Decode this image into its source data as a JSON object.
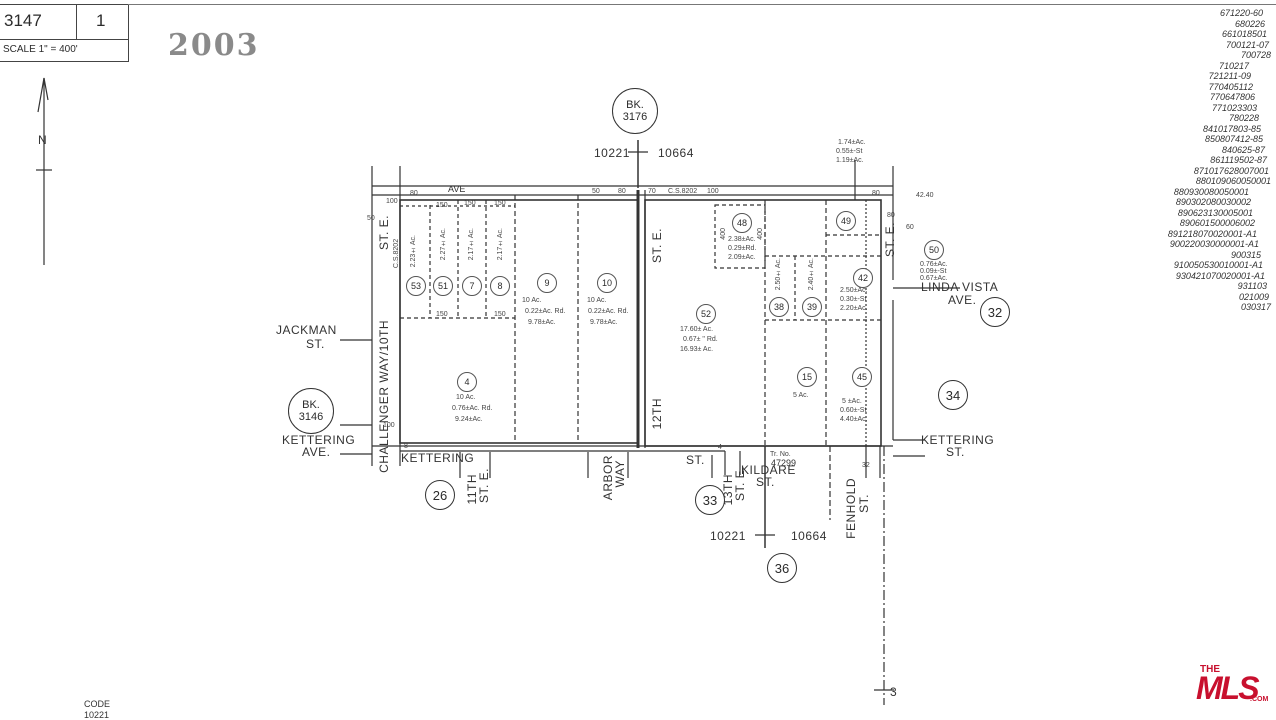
{
  "header": {
    "book": "3147",
    "page": "1",
    "scale": "SCALE 1\" = 400'",
    "year": "2003"
  },
  "north_arrow": {
    "letter": "N"
  },
  "book_refs": {
    "north": {
      "bk": "BK.",
      "num": "3176"
    },
    "west": {
      "bk": "BK.",
      "num": "3146"
    }
  },
  "page_refs": [
    "32",
    "34",
    "26",
    "33",
    "36"
  ],
  "code_lines": {
    "top_left": "10221",
    "top_right": "10664",
    "bottom_left": "10221",
    "bottom_right": "10664"
  },
  "streets": {
    "challenger": "CHALLENGER WAY/10TH",
    "st_e_west": "ST. E.",
    "ave_top": "AVE",
    "cs_left": "C.S.8202",
    "cs_right": "C.S.8202",
    "jackman": "JACKMAN",
    "jackman_st": "ST.",
    "kettering_ave": "KETTERING",
    "kettering_ave2": "AVE.",
    "kettering_bottom": "KETTERING",
    "kettering_st": "KETTERING",
    "kettering_st2": "ST.",
    "eleventh": "11TH",
    "eleventh2": "ST. E.",
    "arbor": "ARBOR",
    "arbor2": "WAY",
    "twelfth": "12TH",
    "twelfth_ste": "ST. E.",
    "st_bottom": "ST.",
    "thirteenth": "13TH",
    "thirteenth2": "ST. E.",
    "kildare": "KILDARE",
    "kildare2": "ST.",
    "fenhold": "FENHOLD",
    "fenhold2": "ST.",
    "linda_vista": "LINDA VISTA",
    "linda_vista2": "AVE.",
    "st_e_east": "ST. E."
  },
  "tract": {
    "label": "Tr. No.",
    "num": "47299"
  },
  "parcels": [
    {
      "id": "53",
      "area": "2.23± Ac."
    },
    {
      "id": "51",
      "area": "2.27± Ac."
    },
    {
      "id": "7",
      "area": "2.17± Ac."
    },
    {
      "id": "8",
      "area": "2.17± Ac."
    },
    {
      "id": "9",
      "area": "10 Ac.",
      "rd": "0.22±Ac. Rd.",
      "net": "9.78±Ac."
    },
    {
      "id": "10",
      "area": "10 Ac.",
      "rd": "0.22±Ac. Rd.",
      "net": "9.78±Ac."
    },
    {
      "id": "4",
      "area": "10 Ac.",
      "rd": "0.76±Ac. Rd.",
      "net": "9.24±Ac."
    },
    {
      "id": "48",
      "area": "2.38±Ac.",
      "rd": "0.29±Rd.",
      "net": "2.09±Ac."
    },
    {
      "id": "52",
      "area": "17.60± Ac.",
      "rd": "0.67± \" Rd.",
      "net": "16.93± Ac."
    },
    {
      "id": "38",
      "area": "2.50± Ac."
    },
    {
      "id": "39",
      "area": "2.40± Ac."
    },
    {
      "id": "42",
      "area": "2.50±Ac.",
      "rd": "0.30±-St",
      "net": "2.20±Ac."
    },
    {
      "id": "49",
      "area": ""
    },
    {
      "id": "50",
      "area": "0.76±Ac.",
      "rd": "0.09±-St",
      "net": "0.67±Ac."
    },
    {
      "id": "15",
      "area": "5 Ac."
    },
    {
      "id": "45",
      "area": "5 ±Ac.",
      "rd": "0.60±-St",
      "net": "4.40±Ac."
    }
  ],
  "top_note": {
    "a": "1.74±Ac.",
    "b": "0.55±-St",
    "c": "1.19±Ac."
  },
  "dims": {
    "d80a": "80",
    "d50a": "50",
    "d80b": "80",
    "d70": "70",
    "d100a": "100",
    "d80c": "80",
    "d60": "60",
    "d50b": "50",
    "d100b": "100",
    "d150a": "150",
    "d150b": "150",
    "d150c": "150",
    "d150d": "150",
    "d150e": "150",
    "d400a": "400",
    "d400b": "400",
    "d100c": "100",
    "d32": "32",
    "d4": "4",
    "d8": "8",
    "d42": "42.40",
    "d80d": "80"
  },
  "dockets": [
    "671220-60",
    "680226",
    "661018501",
    "700121-07",
    "700728",
    "710217",
    "721211-09",
    "770405112",
    "770647806",
    "771023303",
    "780228",
    "841017803-85",
    "850807412-85",
    "840625-87",
    "861119502-87",
    "871017628007001",
    "880109060050001",
    "880930080050001",
    "890302080030002",
    "890623130005001",
    "890601500006002",
    "891218070020001-A1",
    "900220030000001-A1",
    "900315",
    "910050530010001-A1",
    "930421070020001-A1",
    "931103",
    "021009",
    "030317"
  ],
  "footer": {
    "code_label": "CODE",
    "code_value": "10221",
    "sheet": "3"
  },
  "logo": {
    "the": "THE",
    "mls": "MLS",
    "com": ".COM"
  }
}
